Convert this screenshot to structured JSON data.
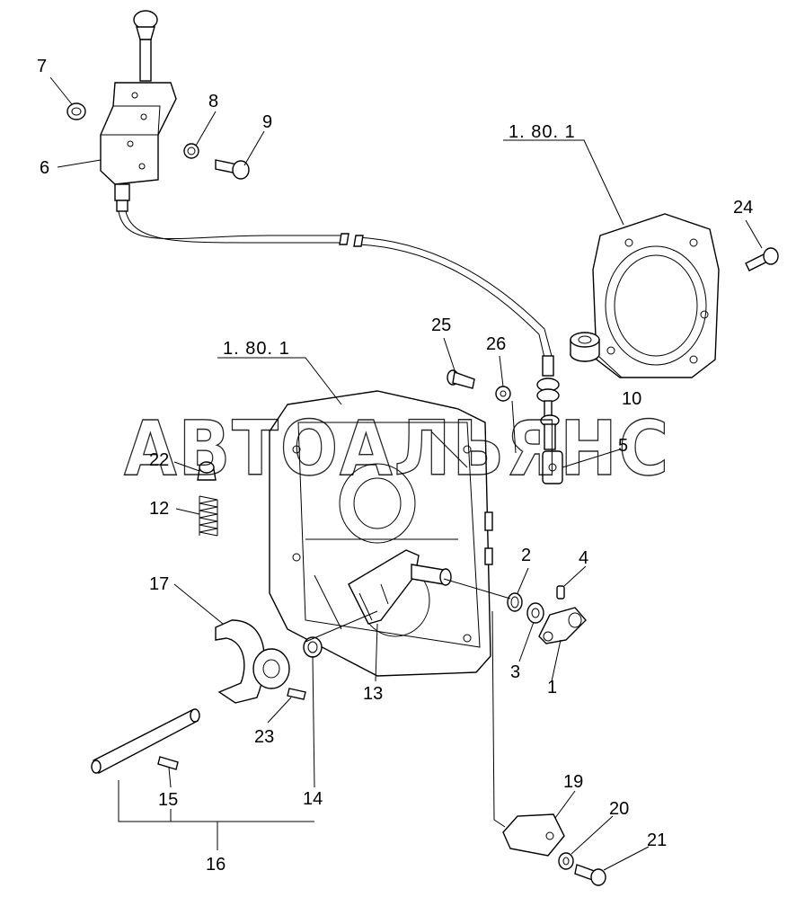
{
  "diagram": {
    "references": [
      {
        "id": "ref-top",
        "text": "1. 80. 1"
      },
      {
        "id": "ref-mid",
        "text": "1. 80. 1"
      }
    ],
    "watermark": "АВТОАЛЬЯНС",
    "callouts": [
      {
        "id": "c7",
        "text": "7"
      },
      {
        "id": "c8",
        "text": "8"
      },
      {
        "id": "c9",
        "text": "9"
      },
      {
        "id": "c6",
        "text": "6"
      },
      {
        "id": "c24",
        "text": "24"
      },
      {
        "id": "c25",
        "text": "25"
      },
      {
        "id": "c26",
        "text": "26"
      },
      {
        "id": "c10",
        "text": "10"
      },
      {
        "id": "c5",
        "text": "5"
      },
      {
        "id": "c22",
        "text": "22"
      },
      {
        "id": "c12",
        "text": "12"
      },
      {
        "id": "c2",
        "text": "2"
      },
      {
        "id": "c4",
        "text": "4"
      },
      {
        "id": "c17",
        "text": "17"
      },
      {
        "id": "c3",
        "text": "3"
      },
      {
        "id": "c1",
        "text": "1"
      },
      {
        "id": "c13",
        "text": "13"
      },
      {
        "id": "c23",
        "text": "23"
      },
      {
        "id": "c15",
        "text": "15"
      },
      {
        "id": "c14",
        "text": "14"
      },
      {
        "id": "c16",
        "text": "16"
      },
      {
        "id": "c19",
        "text": "19"
      },
      {
        "id": "c20",
        "text": "20"
      },
      {
        "id": "c21",
        "text": "21"
      }
    ]
  }
}
